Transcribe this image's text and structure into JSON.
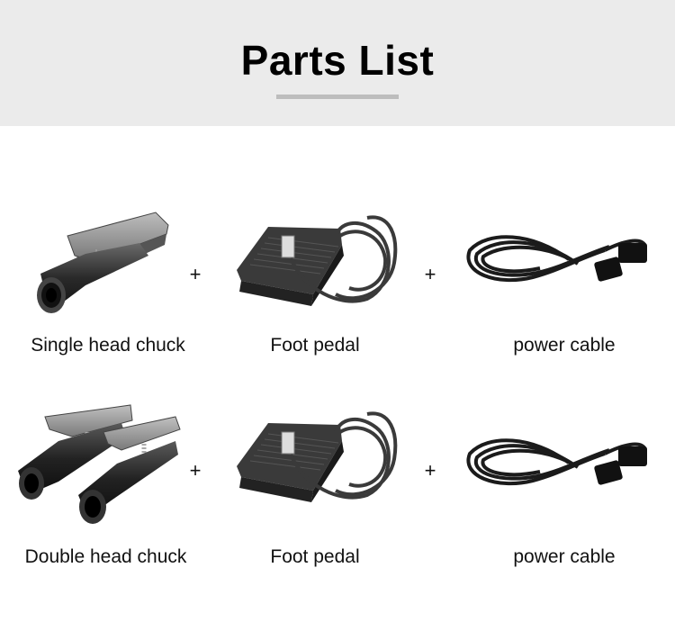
{
  "header": {
    "title": "Parts List"
  },
  "rows": [
    {
      "items": [
        {
          "label": "Single head chuck",
          "icon": "single-chuck-icon"
        },
        {
          "label": "Foot pedal",
          "icon": "foot-pedal-icon"
        },
        {
          "label": "power cable",
          "icon": "power-cable-icon"
        }
      ],
      "separators": [
        "+",
        "+"
      ]
    },
    {
      "items": [
        {
          "label": "Double head chuck",
          "icon": "double-chuck-icon"
        },
        {
          "label": "Foot pedal",
          "icon": "foot-pedal-icon"
        },
        {
          "label": "power cable",
          "icon": "power-cable-icon"
        }
      ],
      "separators": [
        "+",
        "+"
      ]
    }
  ],
  "colors": {
    "header_bg": "#ebebeb",
    "underline": "#bdbdbd",
    "text": "#111111"
  }
}
